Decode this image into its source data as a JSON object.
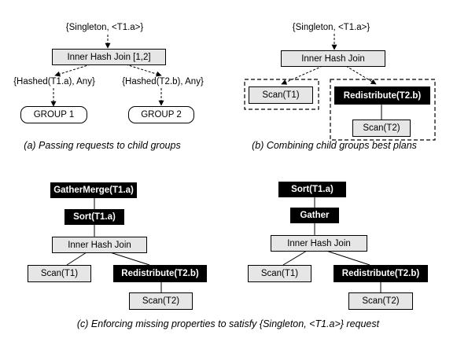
{
  "panel_a": {
    "request_top": "{Singleton, <T1.a>}",
    "join": "Inner Hash Join [1,2]",
    "request_left": "{Hashed(T1.a), Any}",
    "request_right": "{Hashed(T2.b), Any}",
    "group1": "GROUP 1",
    "group2": "GROUP 2",
    "caption": "(a) Passing requests to child groups"
  },
  "panel_b": {
    "request_top": "{Singleton, <T1.a>}",
    "join": "Inner Hash Join",
    "scan_t1": "Scan(T1)",
    "redistribute": "Redistribute(T2.b)",
    "scan_t2": "Scan(T2)",
    "caption": "(b) Combining child groups best plans"
  },
  "panel_c_left": {
    "gathermerge": "GatherMerge(T1.a)",
    "sort": "Sort(T1.a)",
    "join": "Inner Hash Join",
    "scan_t1": "Scan(T1)",
    "redistribute": "Redistribute(T2.b)",
    "scan_t2": "Scan(T2)"
  },
  "panel_c_right": {
    "sort": "Sort(T1.a)",
    "gather": "Gather",
    "join": "Inner Hash Join",
    "scan_t1": "Scan(T1)",
    "redistribute": "Redistribute(T2.b)",
    "scan_t2": "Scan(T2)"
  },
  "caption_c": "(c) Enforcing missing properties to satisfy {Singleton, <T1.a>} request"
}
